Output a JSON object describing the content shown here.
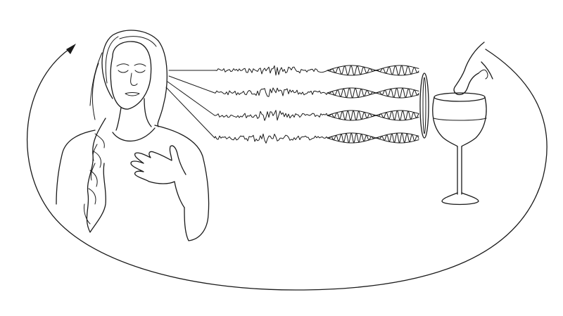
{
  "colors": {
    "stroke": "#1a1a1a",
    "background": "#ffffff"
  },
  "icons": {
    "cycle_arrow": "arrowhead-icon",
    "glass": "wine-glass-icon",
    "hand": "finger-icon"
  },
  "diagram": {
    "elements": [
      "woman-with-eyes-closed",
      "hand-on-chest",
      "four-brainwave-signals",
      "resonance-lens",
      "finger-on-wine-glass-rim",
      "cycle-loop-arrow"
    ]
  }
}
